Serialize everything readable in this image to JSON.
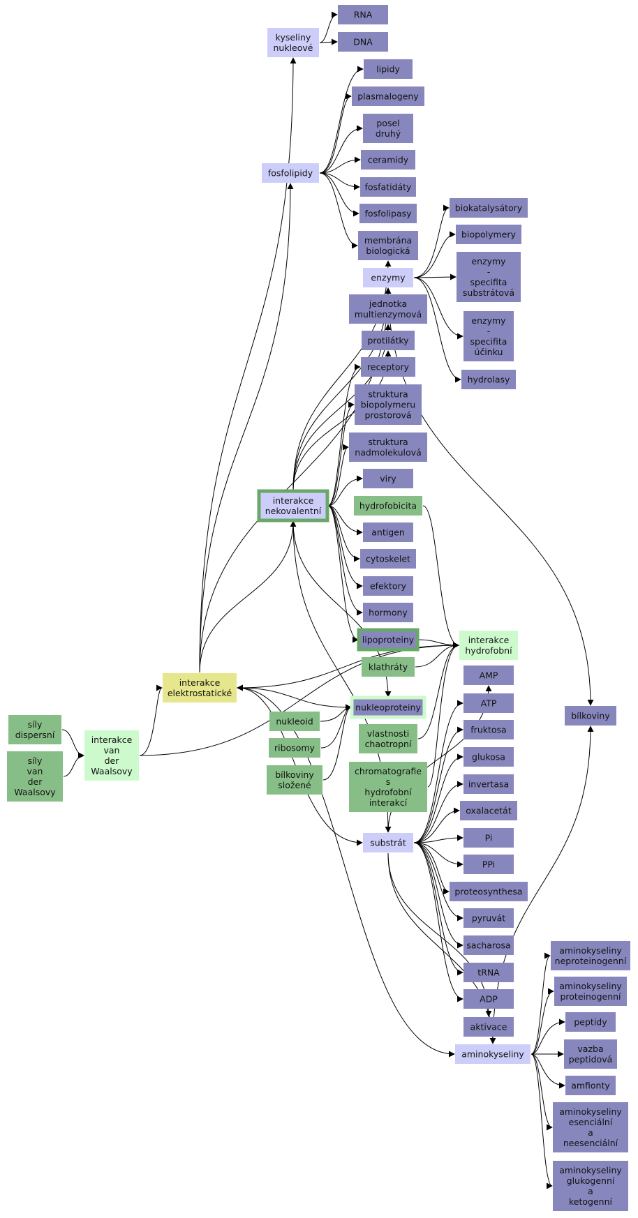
{
  "palette": {
    "dark": "#8787be",
    "light": "#cdcdfa",
    "green": "#87be87",
    "pale_green": "#cdfacd",
    "yellow": "#e6e68c",
    "border_green": "#6aa86a",
    "edge": "#000000"
  },
  "nodes": {
    "rna": {
      "lines": [
        "RNA"
      ],
      "style": "dark"
    },
    "dna": {
      "lines": [
        "DNA"
      ],
      "style": "dark"
    },
    "kyseliny_nukleove": {
      "lines": [
        "kyseliny",
        "nukleové"
      ],
      "style": "light"
    },
    "lipidy": {
      "lines": [
        "lipidy"
      ],
      "style": "dark"
    },
    "plasmalogeny": {
      "lines": [
        "plasmalogeny"
      ],
      "style": "dark"
    },
    "posel_druhy": {
      "lines": [
        "posel",
        "druhý"
      ],
      "style": "dark"
    },
    "fosfolipidy": {
      "lines": [
        "fosfolipidy"
      ],
      "style": "light"
    },
    "ceramidy": {
      "lines": [
        "ceramidy"
      ],
      "style": "dark"
    },
    "fosfatidaty": {
      "lines": [
        "fosfatidáty"
      ],
      "style": "dark"
    },
    "fosfolipasy": {
      "lines": [
        "fosfolipasy"
      ],
      "style": "dark"
    },
    "membrana": {
      "lines": [
        "membrána",
        "biologická"
      ],
      "style": "dark"
    },
    "biokatalysatory": {
      "lines": [
        "biokatalysátory"
      ],
      "style": "dark"
    },
    "biopolymery": {
      "lines": [
        "biopolymery"
      ],
      "style": "dark"
    },
    "enzymy": {
      "lines": [
        "enzymy"
      ],
      "style": "light"
    },
    "enzymy_substratova": {
      "lines": [
        "enzymy",
        "-",
        "specifita",
        "substrátová"
      ],
      "style": "dark"
    },
    "enzymy_ucinku": {
      "lines": [
        "enzymy",
        "-",
        "specifita",
        "účinku"
      ],
      "style": "dark"
    },
    "jednotka": {
      "lines": [
        "jednotka",
        "multienzymová"
      ],
      "style": "dark"
    },
    "protilatky": {
      "lines": [
        "protilátky"
      ],
      "style": "dark"
    },
    "receptory": {
      "lines": [
        "receptory"
      ],
      "style": "dark"
    },
    "hydrolasy": {
      "lines": [
        "hydrolasy"
      ],
      "style": "dark"
    },
    "struktura_biopolymeru": {
      "lines": [
        "struktura",
        "biopolymeru",
        "prostorová"
      ],
      "style": "dark"
    },
    "struktura_nadmolekulova": {
      "lines": [
        "struktura",
        "nadmolekulová"
      ],
      "style": "dark"
    },
    "viry": {
      "lines": [
        "viry"
      ],
      "style": "dark"
    },
    "interakce_nekovalentni": {
      "lines": [
        "interakce",
        "nekovalentní"
      ],
      "style": "light_bordered"
    },
    "hydrofobicita": {
      "lines": [
        "hydrofobicita"
      ],
      "style": "green"
    },
    "antigen": {
      "lines": [
        "antigen"
      ],
      "style": "dark"
    },
    "cytoskelet": {
      "lines": [
        "cytoskelet"
      ],
      "style": "dark"
    },
    "efektory": {
      "lines": [
        "efektory"
      ],
      "style": "dark"
    },
    "hormony": {
      "lines": [
        "hormony"
      ],
      "style": "dark"
    },
    "lipoproteiny": {
      "lines": [
        "lipoproteiny"
      ],
      "style": "dark_bordered"
    },
    "interakce_hydrofobni": {
      "lines": [
        "interakce",
        "hydrofobní"
      ],
      "style": "pale_green"
    },
    "klathraty": {
      "lines": [
        "klathráty"
      ],
      "style": "green"
    },
    "amp": {
      "lines": [
        "AMP"
      ],
      "style": "dark"
    },
    "interakce_elektrostaticke": {
      "lines": [
        "interakce",
        "elektrostatické"
      ],
      "style": "yellow"
    },
    "nukleoproteiny": {
      "lines": [
        "nukleoproteiny"
      ],
      "style": "dark_palebordered"
    },
    "atp": {
      "lines": [
        "ATP"
      ],
      "style": "dark"
    },
    "bilkoviny": {
      "lines": [
        "bílkoviny"
      ],
      "style": "dark"
    },
    "nukleoid": {
      "lines": [
        "nukleoid"
      ],
      "style": "green"
    },
    "sily_dispersni": {
      "lines": [
        "síly",
        "dispersní"
      ],
      "style": "green"
    },
    "vlastnosti_chaotropni": {
      "lines": [
        "vlastnosti",
        "chaotropní"
      ],
      "style": "green"
    },
    "fruktosa": {
      "lines": [
        "fruktosa"
      ],
      "style": "dark"
    },
    "interakce_van_der_waalsovy": {
      "lines": [
        "interakce",
        "van",
        "der",
        "Waalsovy"
      ],
      "style": "pale_green"
    },
    "ribosomy": {
      "lines": [
        "ribosomy"
      ],
      "style": "green"
    },
    "glukosa": {
      "lines": [
        "glukosa"
      ],
      "style": "dark"
    },
    "sily_van_der_waalsovy": {
      "lines": [
        "síly",
        "van",
        "der",
        "Waalsovy"
      ],
      "style": "green"
    },
    "chromatografie": {
      "lines": [
        "chromatografie",
        "s",
        "hydrofobní",
        "interakcí"
      ],
      "style": "green"
    },
    "bilkoviny_slozene": {
      "lines": [
        "bílkoviny",
        "složené"
      ],
      "style": "green"
    },
    "invertasa": {
      "lines": [
        "invertasa"
      ],
      "style": "dark"
    },
    "oxalacetat": {
      "lines": [
        "oxalacetát"
      ],
      "style": "dark"
    },
    "substrat": {
      "lines": [
        "substrát"
      ],
      "style": "light"
    },
    "pi": {
      "lines": [
        "Pi"
      ],
      "style": "dark"
    },
    "ppi": {
      "lines": [
        "PPi"
      ],
      "style": "dark"
    },
    "proteosynthesa": {
      "lines": [
        "proteosynthesa"
      ],
      "style": "dark"
    },
    "pyruvat": {
      "lines": [
        "pyruvát"
      ],
      "style": "dark"
    },
    "sacharosa": {
      "lines": [
        "sacharosa"
      ],
      "style": "dark"
    },
    "aminokyseliny_neproteinogenni": {
      "lines": [
        "aminokyseliny",
        "neproteinogenní"
      ],
      "style": "dark"
    },
    "trna": {
      "lines": [
        "tRNA"
      ],
      "style": "dark"
    },
    "aminokyseliny_proteinogenni": {
      "lines": [
        "aminokyseliny",
        "proteinogenní"
      ],
      "style": "dark"
    },
    "adp": {
      "lines": [
        "ADP"
      ],
      "style": "dark"
    },
    "peptidy": {
      "lines": [
        "peptidy"
      ],
      "style": "dark"
    },
    "aktivace": {
      "lines": [
        "aktivace"
      ],
      "style": "dark"
    },
    "vazba_peptidova": {
      "lines": [
        "vazba",
        "peptidová"
      ],
      "style": "dark"
    },
    "aminokyseliny": {
      "lines": [
        "aminokyseliny"
      ],
      "style": "light"
    },
    "amfionty": {
      "lines": [
        "amfionty"
      ],
      "style": "dark"
    },
    "aminokyseliny_esencialni": {
      "lines": [
        "aminokyseliny",
        "esenciální",
        "a",
        "neesenciální"
      ],
      "style": "dark"
    },
    "aminokyseliny_glukogenni": {
      "lines": [
        "aminokyseliny",
        "glukogenní",
        "a",
        "ketogenní"
      ],
      "style": "dark"
    }
  },
  "edges": [
    [
      "kyseliny_nukleove",
      "rna"
    ],
    [
      "kyseliny_nukleove",
      "dna"
    ],
    [
      "fosfolipidy",
      "lipidy"
    ],
    [
      "fosfolipidy",
      "plasmalogeny"
    ],
    [
      "fosfolipidy",
      "posel_druhy"
    ],
    [
      "fosfolipidy",
      "ceramidy"
    ],
    [
      "fosfolipidy",
      "fosfatidaty"
    ],
    [
      "fosfolipidy",
      "fosfolipasy"
    ],
    [
      "fosfolipidy",
      "membrana"
    ],
    [
      "enzymy",
      "biokatalysatory"
    ],
    [
      "enzymy",
      "biopolymery"
    ],
    [
      "enzymy",
      "enzymy_substratova"
    ],
    [
      "enzymy",
      "enzymy_ucinku"
    ],
    [
      "enzymy",
      "hydrolasy"
    ],
    [
      "enzymy",
      "bilkoviny"
    ],
    [
      "interakce_nekovalentni",
      "membrana"
    ],
    [
      "interakce_nekovalentni",
      "enzymy"
    ],
    [
      "interakce_nekovalentni",
      "jednotka"
    ],
    [
      "interakce_nekovalentni",
      "protilatky"
    ],
    [
      "interakce_nekovalentni",
      "receptory"
    ],
    [
      "interakce_nekovalentni",
      "struktura_biopolymeru"
    ],
    [
      "interakce_nekovalentni",
      "struktura_nadmolekulova"
    ],
    [
      "interakce_nekovalentni",
      "viry"
    ],
    [
      "interakce_nekovalentni",
      "antigen"
    ],
    [
      "interakce_nekovalentni",
      "cytoskelet"
    ],
    [
      "interakce_nekovalentni",
      "efektory"
    ],
    [
      "interakce_nekovalentni",
      "hormony"
    ],
    [
      "interakce_nekovalentni",
      "lipoproteiny"
    ],
    [
      "interakce_nekovalentni",
      "nukleoproteiny"
    ],
    [
      "interakce_nekovalentni",
      "substrat"
    ],
    [
      "hydrofobicita",
      "interakce_hydrofobni"
    ],
    [
      "lipoproteiny",
      "interakce_hydrofobni"
    ],
    [
      "klathraty",
      "interakce_hydrofobni"
    ],
    [
      "vlastnosti_chaotropni",
      "interakce_hydrofobni"
    ],
    [
      "chromatografie",
      "interakce_hydrofobni"
    ],
    [
      "interakce_hydrofobni",
      "interakce_elektrostaticke"
    ],
    [
      "interakce_elektrostaticke",
      "kyseliny_nukleove"
    ],
    [
      "interakce_elektrostaticke",
      "fosfolipidy"
    ],
    [
      "interakce_elektrostaticke",
      "enzymy"
    ],
    [
      "interakce_elektrostaticke",
      "interakce_nekovalentni"
    ],
    [
      "interakce_elektrostaticke",
      "substrat"
    ],
    [
      "interakce_elektrostaticke",
      "aminokyseliny"
    ],
    [
      "nukleoproteiny",
      "interakce_elektrostaticke"
    ],
    [
      "nukleoid",
      "nukleoproteiny"
    ],
    [
      "ribosomy",
      "nukleoproteiny"
    ],
    [
      "bilkoviny_slozene",
      "nukleoproteiny"
    ],
    [
      "sily_dispersni",
      "interakce_van_der_waalsovy"
    ],
    [
      "sily_van_der_waalsovy",
      "interakce_van_der_waalsovy"
    ],
    [
      "interakce_van_der_waalsovy",
      "interakce_elektrostaticke"
    ],
    [
      "interakce_van_der_waalsovy",
      "interakce_hydrofobni"
    ],
    [
      "substrat",
      "amp"
    ],
    [
      "substrat",
      "atp"
    ],
    [
      "substrat",
      "fruktosa"
    ],
    [
      "substrat",
      "glukosa"
    ],
    [
      "substrat",
      "invertasa"
    ],
    [
      "substrat",
      "oxalacetat"
    ],
    [
      "substrat",
      "pi"
    ],
    [
      "substrat",
      "ppi"
    ],
    [
      "substrat",
      "proteosynthesa"
    ],
    [
      "substrat",
      "pyruvat"
    ],
    [
      "substrat",
      "sacharosa"
    ],
    [
      "substrat",
      "trna"
    ],
    [
      "substrat",
      "adp"
    ],
    [
      "substrat",
      "aktivace"
    ],
    [
      "substrat",
      "aminokyseliny"
    ],
    [
      "aminokyseliny",
      "bilkoviny"
    ],
    [
      "aminokyseliny",
      "aminokyseliny_neproteinogenni"
    ],
    [
      "aminokyseliny",
      "aminokyseliny_proteinogenni"
    ],
    [
      "aminokyseliny",
      "peptidy"
    ],
    [
      "aminokyseliny",
      "vazba_peptidova"
    ],
    [
      "aminokyseliny",
      "amfionty"
    ],
    [
      "aminokyseliny",
      "aminokyseliny_esencialni"
    ],
    [
      "aminokyseliny",
      "aminokyseliny_glukogenni"
    ]
  ]
}
